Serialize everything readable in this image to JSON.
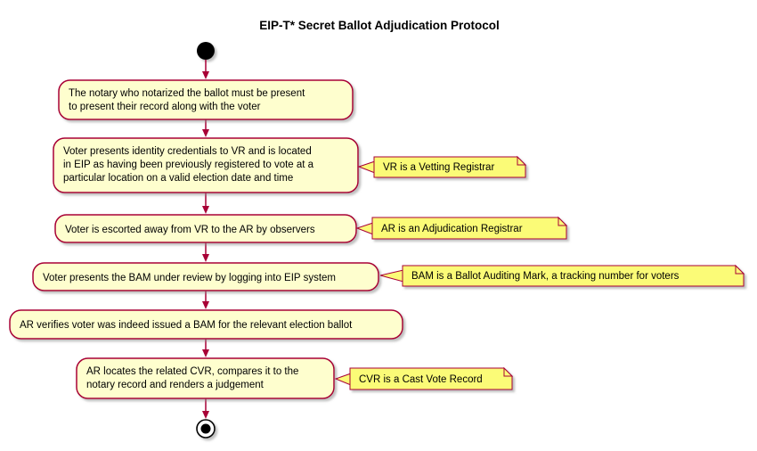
{
  "title": "EIP-T* Secret Ballot Adjudication Protocol",
  "diagram_type": "activity-flowchart",
  "colors": {
    "activity_fill": "#FEFECE",
    "activity_border": "#A80036",
    "note_fill": "#FBFB77",
    "note_border": "#A80036",
    "arrow": "#A80036",
    "text": "#000000",
    "start_end_node": "#000000",
    "background": "#FFFFFF"
  },
  "activities": [
    {
      "lines": [
        "The notary who notarized the ballot must be present",
        "to present their record along with the voter"
      ]
    },
    {
      "lines": [
        "Voter presents identity credentials to VR and is located",
        "in EIP as having been previously registered to vote at a",
        "particular location on a valid election date and time"
      ]
    },
    {
      "lines": [
        "Voter is escorted away from VR to the AR by observers"
      ]
    },
    {
      "lines": [
        "Voter presents the BAM under review by logging into EIP system"
      ]
    },
    {
      "lines": [
        "AR verifies voter was indeed issued a BAM for the relevant election ballot"
      ]
    },
    {
      "lines": [
        "AR locates the related CVR, compares it to the",
        "notary record and renders a judgement"
      ]
    }
  ],
  "notes": [
    {
      "text": "VR is a Vetting Registrar",
      "attached_to_activity": 2
    },
    {
      "text": "AR is an Adjudication Registrar",
      "attached_to_activity": 3
    },
    {
      "text": "BAM is a Ballot Auditing Mark, a tracking number for voters",
      "attached_to_activity": 4
    },
    {
      "text": "CVR is a Cast Vote Record",
      "attached_to_activity": 6
    }
  ]
}
